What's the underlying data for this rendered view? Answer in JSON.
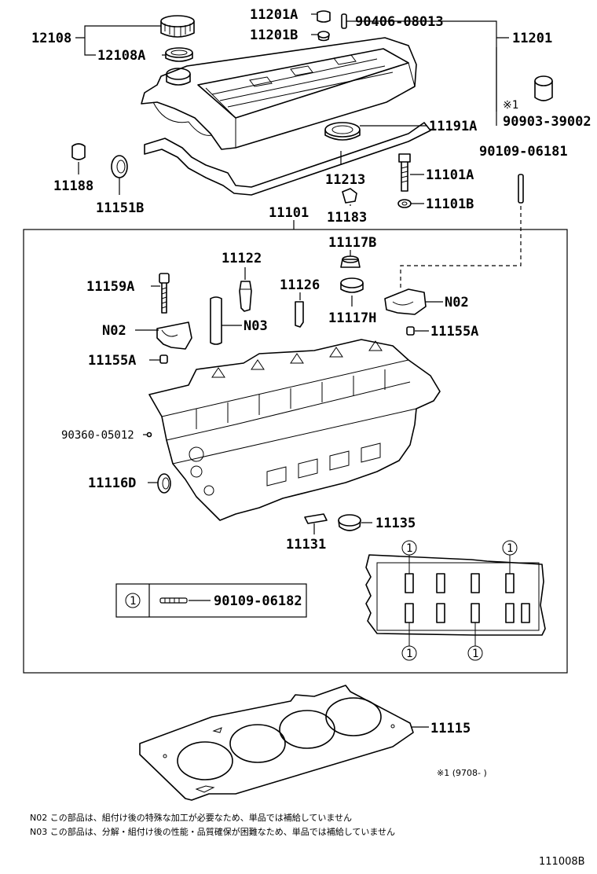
{
  "labels": {
    "p11201a": "11201A",
    "p11201b": "11201B",
    "p90406": "90406-08013",
    "p11201": "11201",
    "p12108": "12108",
    "p12108a": "12108A",
    "pmark1": "※1",
    "p90903": "90903-39002",
    "p11191a": "11191A",
    "p90109_06181": "90109-06181",
    "p11188": "11188",
    "p11151b": "11151B",
    "p11213": "11213",
    "p11101a": "11101A",
    "p11183": "11183",
    "p11101b": "11101B",
    "p11101": "11101",
    "p11117b": "11117B",
    "p11122": "11122",
    "p11159a": "11159A",
    "p11126": "11126",
    "p11117h": "11117H",
    "pn02r": "N02",
    "pn02l": "N02",
    "pn03": "N03",
    "p11155a_r": "11155A",
    "p11155a_l": "11155A",
    "p90360": "90360-05012",
    "p11116d": "11116D",
    "p11135": "11135",
    "p11131": "11131",
    "legend_mark": "1",
    "p90109_06182": "90109-06182",
    "p11115": "11115",
    "date_note": "※1 (9708-    )"
  },
  "notes": {
    "n02": "N02 この部品は、組付け後の特殊な加工が必要なため、単品では補給していません",
    "n03": "N03 この部品は、分解・組付け後の性能・品質確保が困難なため、単品では補給していません"
  },
  "figure_id": "111008B",
  "circle_mark": "1"
}
